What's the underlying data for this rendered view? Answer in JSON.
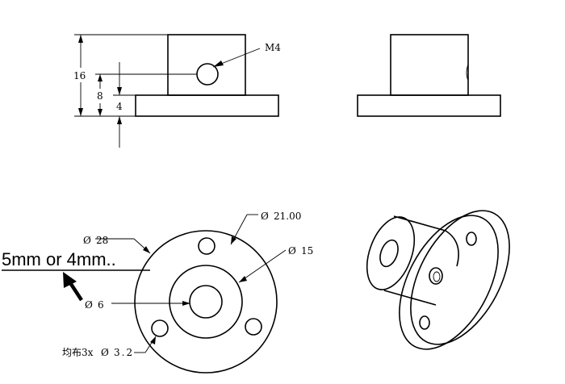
{
  "front_view": {
    "thread_label": "M4",
    "dim_total_height": "16",
    "dim_hole_height": "8",
    "dim_flange_thickness": "4"
  },
  "bottom_view": {
    "dia_flange": "28",
    "dia_bolt_circle": "21.00",
    "dia_hub": "15",
    "dia_bore": "6",
    "holes_note_prefix": "均布3x",
    "holes_note_value": "3.2"
  },
  "annotation": {
    "text": "5mm or 4mm..",
    "color": "#000000"
  }
}
